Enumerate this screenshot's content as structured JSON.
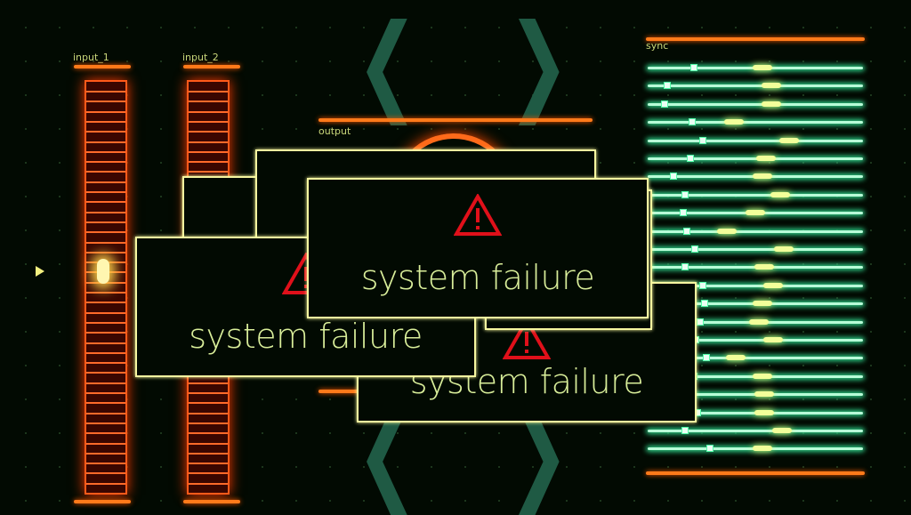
{
  "inputs": [
    {
      "label": "input_1",
      "level": 0.5
    },
    {
      "label": "input_2"
    }
  ],
  "output": {
    "label": "output"
  },
  "sync": {
    "label": "sync",
    "lines": 22
  },
  "dialogs": [
    {
      "message": "system failure",
      "icon": "warning-icon"
    },
    {
      "message": "system failure",
      "icon": "warning-icon"
    },
    {
      "message": "system failure",
      "icon": "warning-icon"
    }
  ],
  "colors": {
    "orange": "#ff6a1a",
    "mint": "#b8ffd8",
    "yellow": "#f6f6a0",
    "warning": "#e0101a"
  }
}
